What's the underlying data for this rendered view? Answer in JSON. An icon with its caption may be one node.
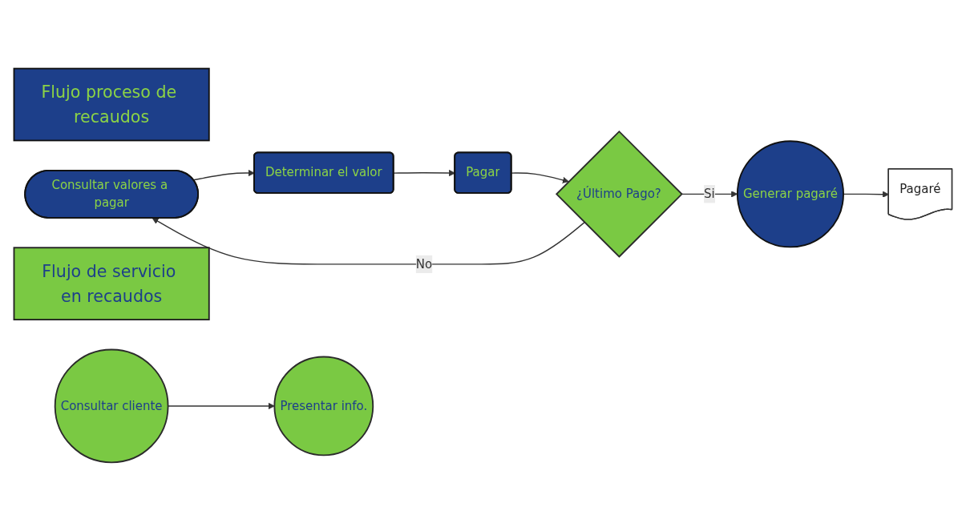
{
  "diagram": {
    "nodes": [
      {
        "text": [
          "Flujo proceso de recaudos"
        ]
      },
      {
        "text": [
          "Consultar valores a pagar"
        ]
      },
      {
        "text": [
          "Determinar el valor"
        ]
      },
      {
        "text": [
          "Pagar"
        ]
      },
      {
        "text": [
          "¿Último Pago?"
        ]
      },
      {
        "text": [
          "Generar pagaré"
        ]
      },
      {
        "text": [
          "Pagaré"
        ]
      },
      {
        "text": [
          "Flujo de servicio en recaudos"
        ]
      },
      {
        "text": [
          "Consultar cliente"
        ]
      },
      {
        "text": [
          "Presentar info."
        ]
      }
    ],
    "edges": [
      {
        "from": 1,
        "to": 2,
        "arrow": "to"
      },
      {
        "from": 2,
        "to": 3,
        "arrow": "to"
      },
      {
        "from": 3,
        "to": 4,
        "arrow": "to"
      },
      {
        "from": 4,
        "to": 5,
        "label": "Si",
        "arrow": "to"
      },
      {
        "from": 5,
        "to": 6,
        "arrow": "to"
      },
      {
        "from": 4,
        "to": 1,
        "label": "No",
        "arrow": "to"
      },
      {
        "from": 8,
        "to": 9,
        "arrow": "to"
      }
    ]
  }
}
